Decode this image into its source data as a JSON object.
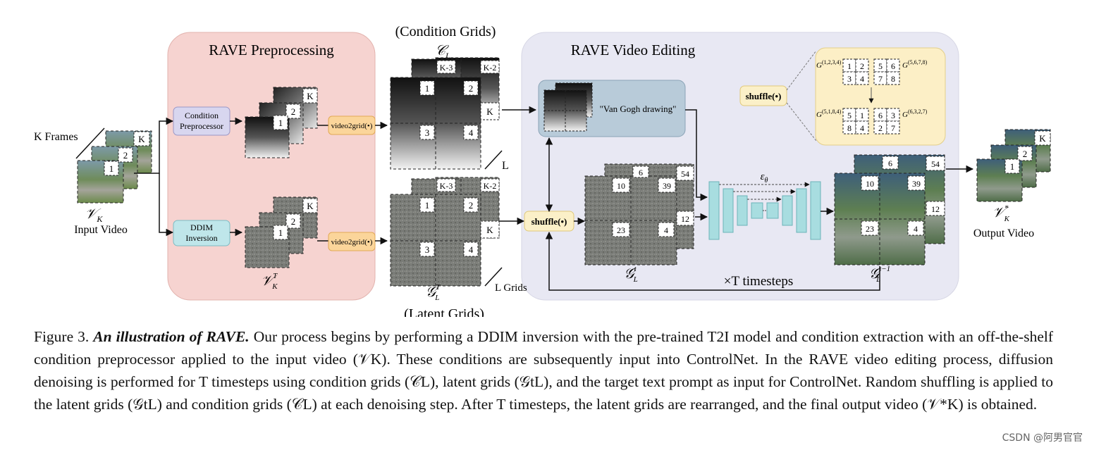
{
  "figure": {
    "preprocessing_title": "RAVE Preprocessing",
    "editing_title": "RAVE Video Editing",
    "condition_grids_label": "(Condition Grids)",
    "latent_grids_label": "(Latent Grids)",
    "k_frames": "K Frames",
    "input_symbol": "𝒱",
    "input_sub": "K",
    "input_video": "Input Video",
    "output_symbol": "𝒱",
    "output_sub": "K",
    "output_sup": "*",
    "output_video": "Output Video",
    "condition_preprocessor": [
      "Condition",
      "Preprocessor"
    ],
    "ddim_inversion": [
      "DDIM",
      "Inversion"
    ],
    "video2grid": "video2grid(•)",
    "shuffle": "shuffle(•)",
    "cl_symbol": "𝒞",
    "cl_sub": "L",
    "latent_T_symbol": "𝒱",
    "latent_T_sub": "K",
    "latent_T_sup": "T",
    "gl_T_symbol": "𝒢",
    "gl_T_sub": "L",
    "gl_T_sup": "T",
    "l_label": "L",
    "l_grids_label": "L Grids",
    "frame_labels": {
      "one": "1",
      "two": "2",
      "k": "K",
      "three": "3",
      "four": "4",
      "km3": "K-3",
      "km2": "K-2"
    },
    "prompt": "\"Van Gogh drawing\"",
    "gl_t_symbol": "𝒢",
    "gl_t_sub": "L",
    "gl_t_sup": "t",
    "gl_tm1_sup": "t−1",
    "epsilon": "ε",
    "epsilon_sub": "θ",
    "timesteps": "×T timesteps",
    "grid_cells": {
      "c6": "6",
      "c54": "54",
      "c10": "10",
      "c39": "39",
      "c12": "12",
      "c23": "23",
      "c4": "4"
    },
    "shuffle_before": {
      "label": "G",
      "sup_left": "(1,2,3,4)",
      "sup_right": "(5,6,7,8)",
      "cells_left": [
        "1",
        "2",
        "3",
        "4"
      ],
      "cells_right": [
        "5",
        "6",
        "7",
        "8"
      ]
    },
    "shuffle_after": {
      "label": "G",
      "sup_left": "(5,1,8,4)",
      "sup_right": "(6,3,2,7)",
      "cells_left": [
        "5",
        "1",
        "8",
        "4"
      ],
      "cells_right": [
        "6",
        "3",
        "2",
        "7"
      ]
    }
  },
  "caption": {
    "lead": "Figure 3.",
    "title": "An illustration of RAVE.",
    "body": "Our process begins by performing a DDIM inversion with the pre-trained T2I model and condition extraction with an off-the-shelf condition preprocessor applied to the input video (𝒱K). These conditions are subsequently input into ControlNet. In the RAVE video editing process, diffusion denoising is performed for T timesteps using condition grids (𝒞L), latent grids (𝒢tL), and the target text prompt as input for ControlNet. Random shuffling is applied to the latent grids (𝒢tL) and condition grids (𝒞L) at each denoising step. After T timesteps, the latent grids are rearranged, and the final output video (𝒱*K) is obtained."
  },
  "watermark": "CSDN @阿男官官",
  "colors": {
    "preprocessing_bg": "#f6d3d0",
    "editing_bg": "#e8e8f3",
    "condition_box": "#d8d6ef",
    "ddim_box": "#bfe6ea",
    "video2grid_box": "#fbd59a",
    "shuffle_box": "#fbf0c8",
    "prompt_box": "#b8cbd9",
    "unet_block": "#a8dde0"
  }
}
